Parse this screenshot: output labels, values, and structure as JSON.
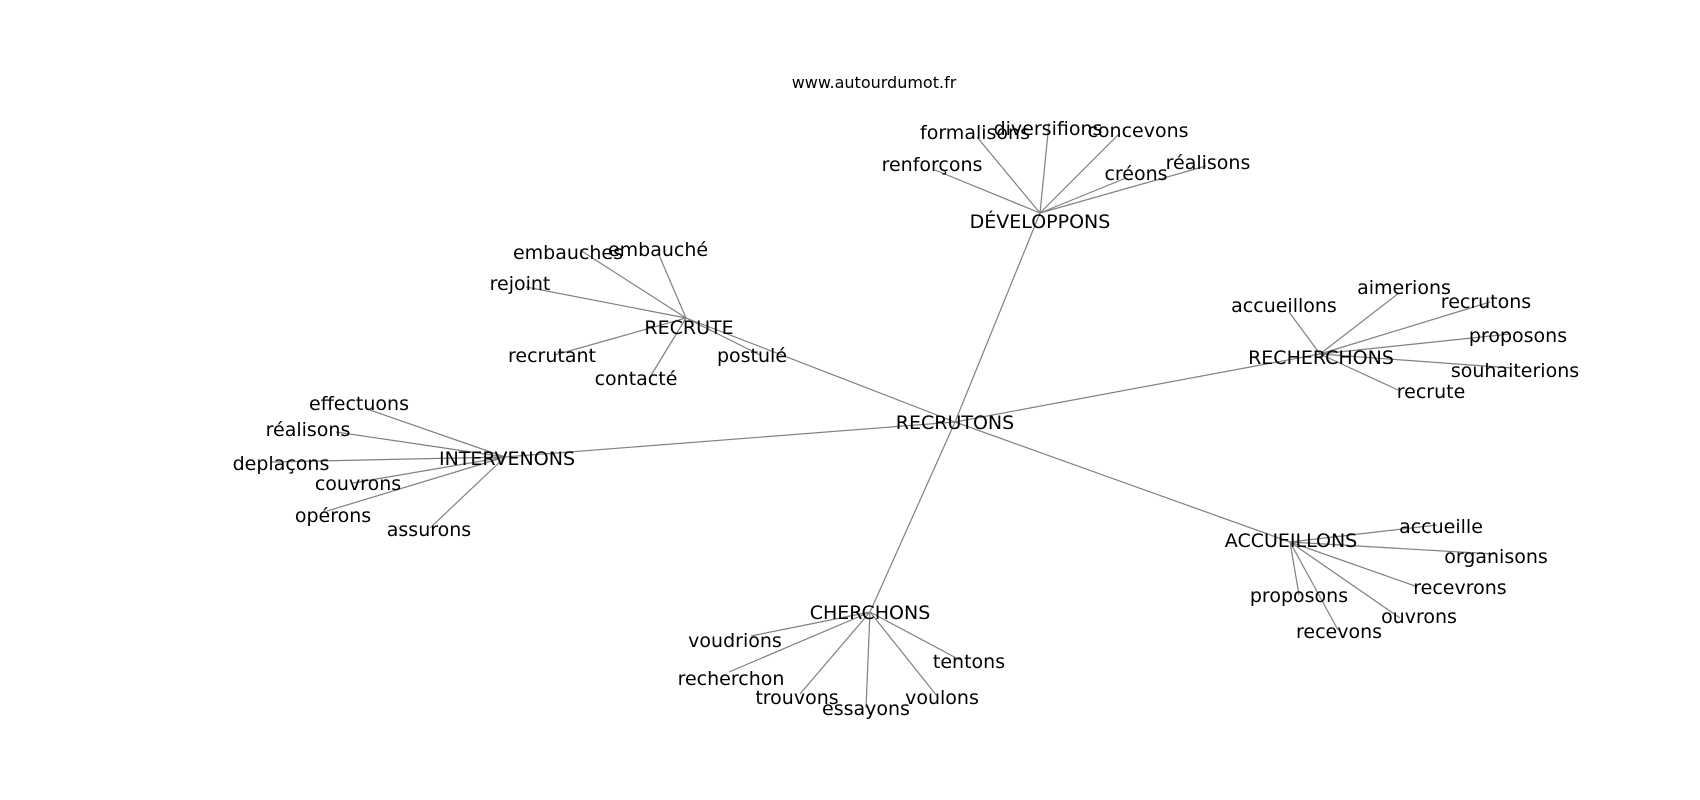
{
  "watermark": "www.autourdumot.fr",
  "center": "RECRUTONS",
  "colors": {
    "edge": "#808080",
    "text": "#000000",
    "background": "#ffffff"
  },
  "hubs": [
    {
      "id": "developpons",
      "label": "DÉVELOPPONS",
      "leaves": [
        "formalisons",
        "diversifions",
        "concevons",
        "renforçons",
        "créons",
        "réalisons"
      ]
    },
    {
      "id": "recrute",
      "label": "RECRUTE",
      "leaves": [
        "embauches",
        "embauché",
        "rejoint",
        "recrutant",
        "contacté",
        "postulé"
      ]
    },
    {
      "id": "recherchons",
      "label": "RECHERCHONS",
      "leaves": [
        "accueillons",
        "aimerions",
        "recrutons",
        "proposons",
        "souhaiterions",
        "recrute"
      ]
    },
    {
      "id": "intervenons",
      "label": "INTERVENONS",
      "leaves": [
        "effectuons",
        "réalisons",
        "deplaçons",
        "couvrons",
        "opérons",
        "assurons"
      ]
    },
    {
      "id": "accueillons",
      "label": "ACCUEILLONS",
      "leaves": [
        "accueille",
        "organisons",
        "recevrons",
        "ouvrons",
        "proposons",
        "recevons"
      ]
    },
    {
      "id": "cherchons",
      "label": "CHERCHONS",
      "leaves": [
        "voudrions",
        "recherchon",
        "trouvons",
        "essayons",
        "voulons",
        "tentons"
      ]
    }
  ]
}
